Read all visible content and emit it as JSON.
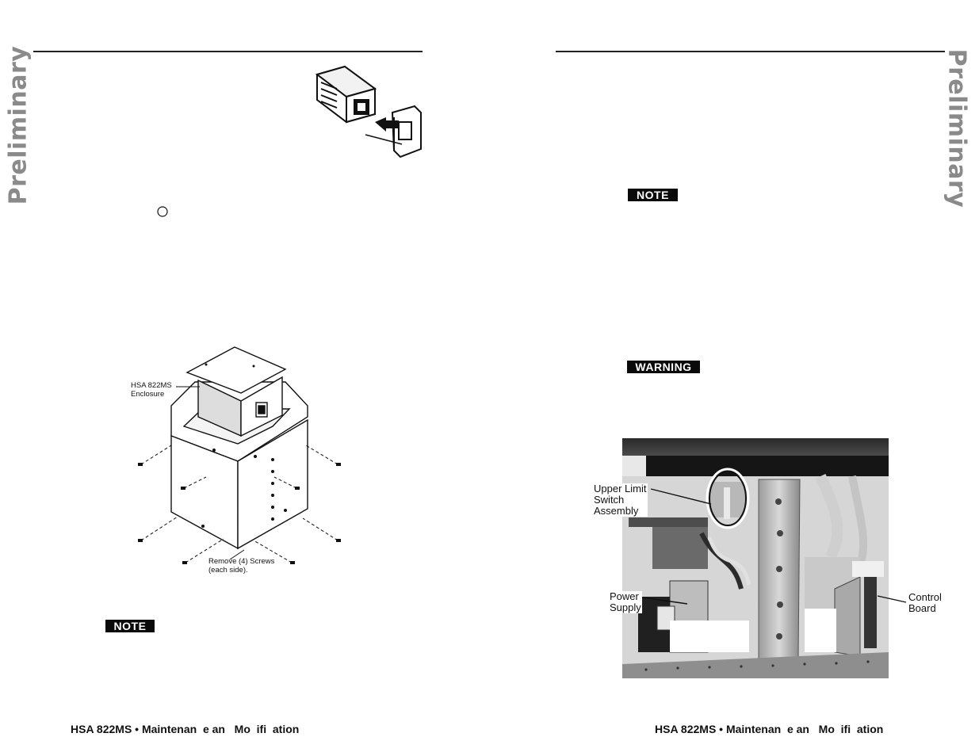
{
  "watermark": "Preliminary",
  "badges": {
    "note": "NOTE",
    "warning": "WARNING"
  },
  "footer": {
    "left": "HSA 822MS • Maintenan  e an   Mo  ifi  ation",
    "right": "HSA 822MS • Maintenan  e an   Mo  ifi  ation"
  },
  "enclosure_figure": {
    "label": "HSA 822MS\nEnclosure",
    "screws_label": "Remove (4) Screws\n(each side)."
  },
  "photo_figure": {
    "upper_limit": "Upper Limit\nSwitch\nAssembly",
    "power_supply": "Power\nSupply",
    "control_board": "Control\nBoard"
  }
}
